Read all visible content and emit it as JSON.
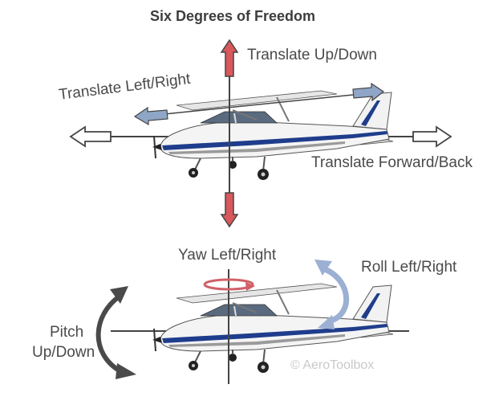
{
  "title": "Six Degrees of Freedom",
  "labels": {
    "translate_up_down": "Translate Up/Down",
    "translate_left_right": "Translate Left/Right",
    "translate_forward_back": "Translate Forward/Back",
    "yaw": "Yaw Left/Right",
    "roll": "Roll Left/Right",
    "pitch_line1": "Pitch",
    "pitch_line2": "Up/Down"
  },
  "copyright": "© AeroToolbox",
  "colors": {
    "up_down_arrow": "#d9585c",
    "left_right_arrow": "#8fa6c7",
    "forward_back_arrow": "#ffffff",
    "yaw_arrow": "#d06068",
    "roll_arrow": "#9bb0d2",
    "pitch_arrow": "#4a4a4a",
    "axis_line": "#444444",
    "fuselage_stripe": "#1f3d8c"
  }
}
